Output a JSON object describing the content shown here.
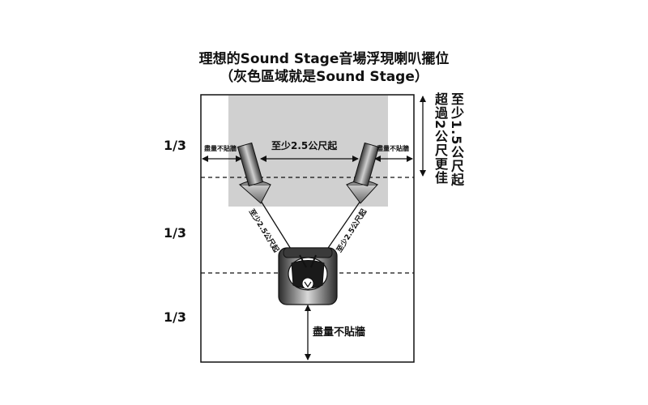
{
  "title": {
    "line1": "理想的Sound Stage音場浮現喇叭擺位",
    "line2": "（灰色區域就是Sound Stage）"
  },
  "thirds": [
    "1/3",
    "1/3",
    "1/3"
  ],
  "labels": {
    "speaker_spacing": "至少2.5公尺起",
    "wall_distance_left": "盡量不貼牆",
    "wall_distance_right": "盡量不貼牆",
    "listener_left": "至少2.5公尺起",
    "listener_right": "至少2.5公尺起",
    "rear_wall": "盡量不貼牆",
    "front_wall_col1": "至少1.5公尺起",
    "front_wall_col2": "超過2公尺更佳"
  },
  "colors": {
    "stage_gray": "#d0d0d0",
    "line": "#111111",
    "speaker_dark": "#4a4a4a",
    "speaker_light": "#bdbdbd"
  }
}
